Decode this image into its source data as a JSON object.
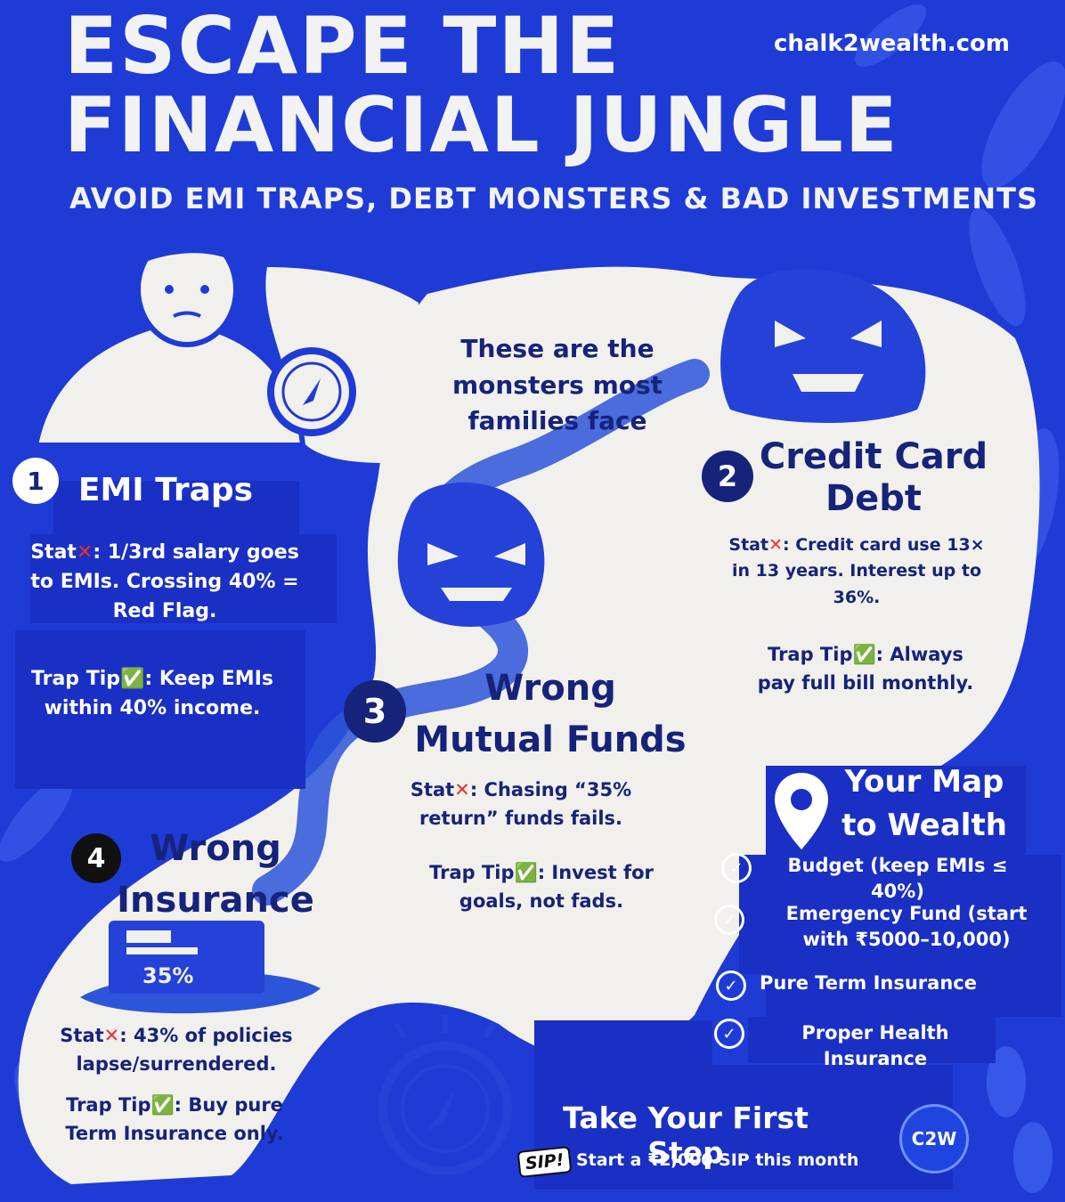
{
  "header": {
    "title_line1": "ESCAPE THE",
    "title_line2": "FINANCIAL JUNGLE",
    "subtitle": "AVOID EMI TRAPS, DEBT MONSTERS & BAD INVESTMENTS",
    "website": "chalk2wealth.com"
  },
  "intro": "These are the monsters most families face",
  "sections": [
    {
      "number": "1",
      "title": "EMI Traps",
      "stat_prefix": "Stat",
      "stat": ": 1/3rd salary goes to EMIs. Crossing 40% = Red Flag.",
      "tip_prefix": "Trap Tip",
      "tip": ": Keep EMIs within 40% income."
    },
    {
      "number": "2",
      "title": "Credit Card Debt",
      "stat_prefix": "Stat",
      "stat": ": Credit card use 13× in 13 years. Interest up to 36%.",
      "tip_prefix": "Trap Tip",
      "tip": ": Always pay full bill monthly."
    },
    {
      "number": "3",
      "title": "Wrong Mutual Funds",
      "stat_prefix": "Stat",
      "stat": ": Chasing “35% return” funds fails.",
      "tip_prefix": "Trap Tip",
      "tip": ": Invest for goals, not fads."
    },
    {
      "number": "4",
      "title": "Wrong Insurance",
      "stat_prefix": "Stat",
      "stat": ": 43% of policies lapse/surrendered.",
      "tip_prefix": "Trap Tip",
      "tip": ": Buy pure Term Insurance only."
    }
  ],
  "illustration": {
    "card_label": "35%"
  },
  "map": {
    "title": "Your Map to Wealth",
    "items": [
      "Budget (keep EMIs ≤ 40%)",
      "Emergency Fund (start with ₹5000–10,000)",
      "Pure Term Insurance",
      "Proper Health  Insurance"
    ]
  },
  "cta": {
    "title": "Take Your First Step",
    "badge": "SIP!",
    "text": "Start a ₹2,000 SIP this month"
  },
  "logo": {
    "text": "C2W"
  },
  "colors": {
    "background": "#1f3bd6",
    "box": "#1a2fc4",
    "path": "#f1f0ec",
    "river": "#2d55d9",
    "dark_text": "#16237a",
    "cross": "#e8322f",
    "check": "#3dbb3d"
  },
  "icons": [
    "cross-icon",
    "check-icon",
    "location-pin-icon",
    "compass-icon",
    "check-circle-icon",
    "monster-icon",
    "person-icon"
  ]
}
